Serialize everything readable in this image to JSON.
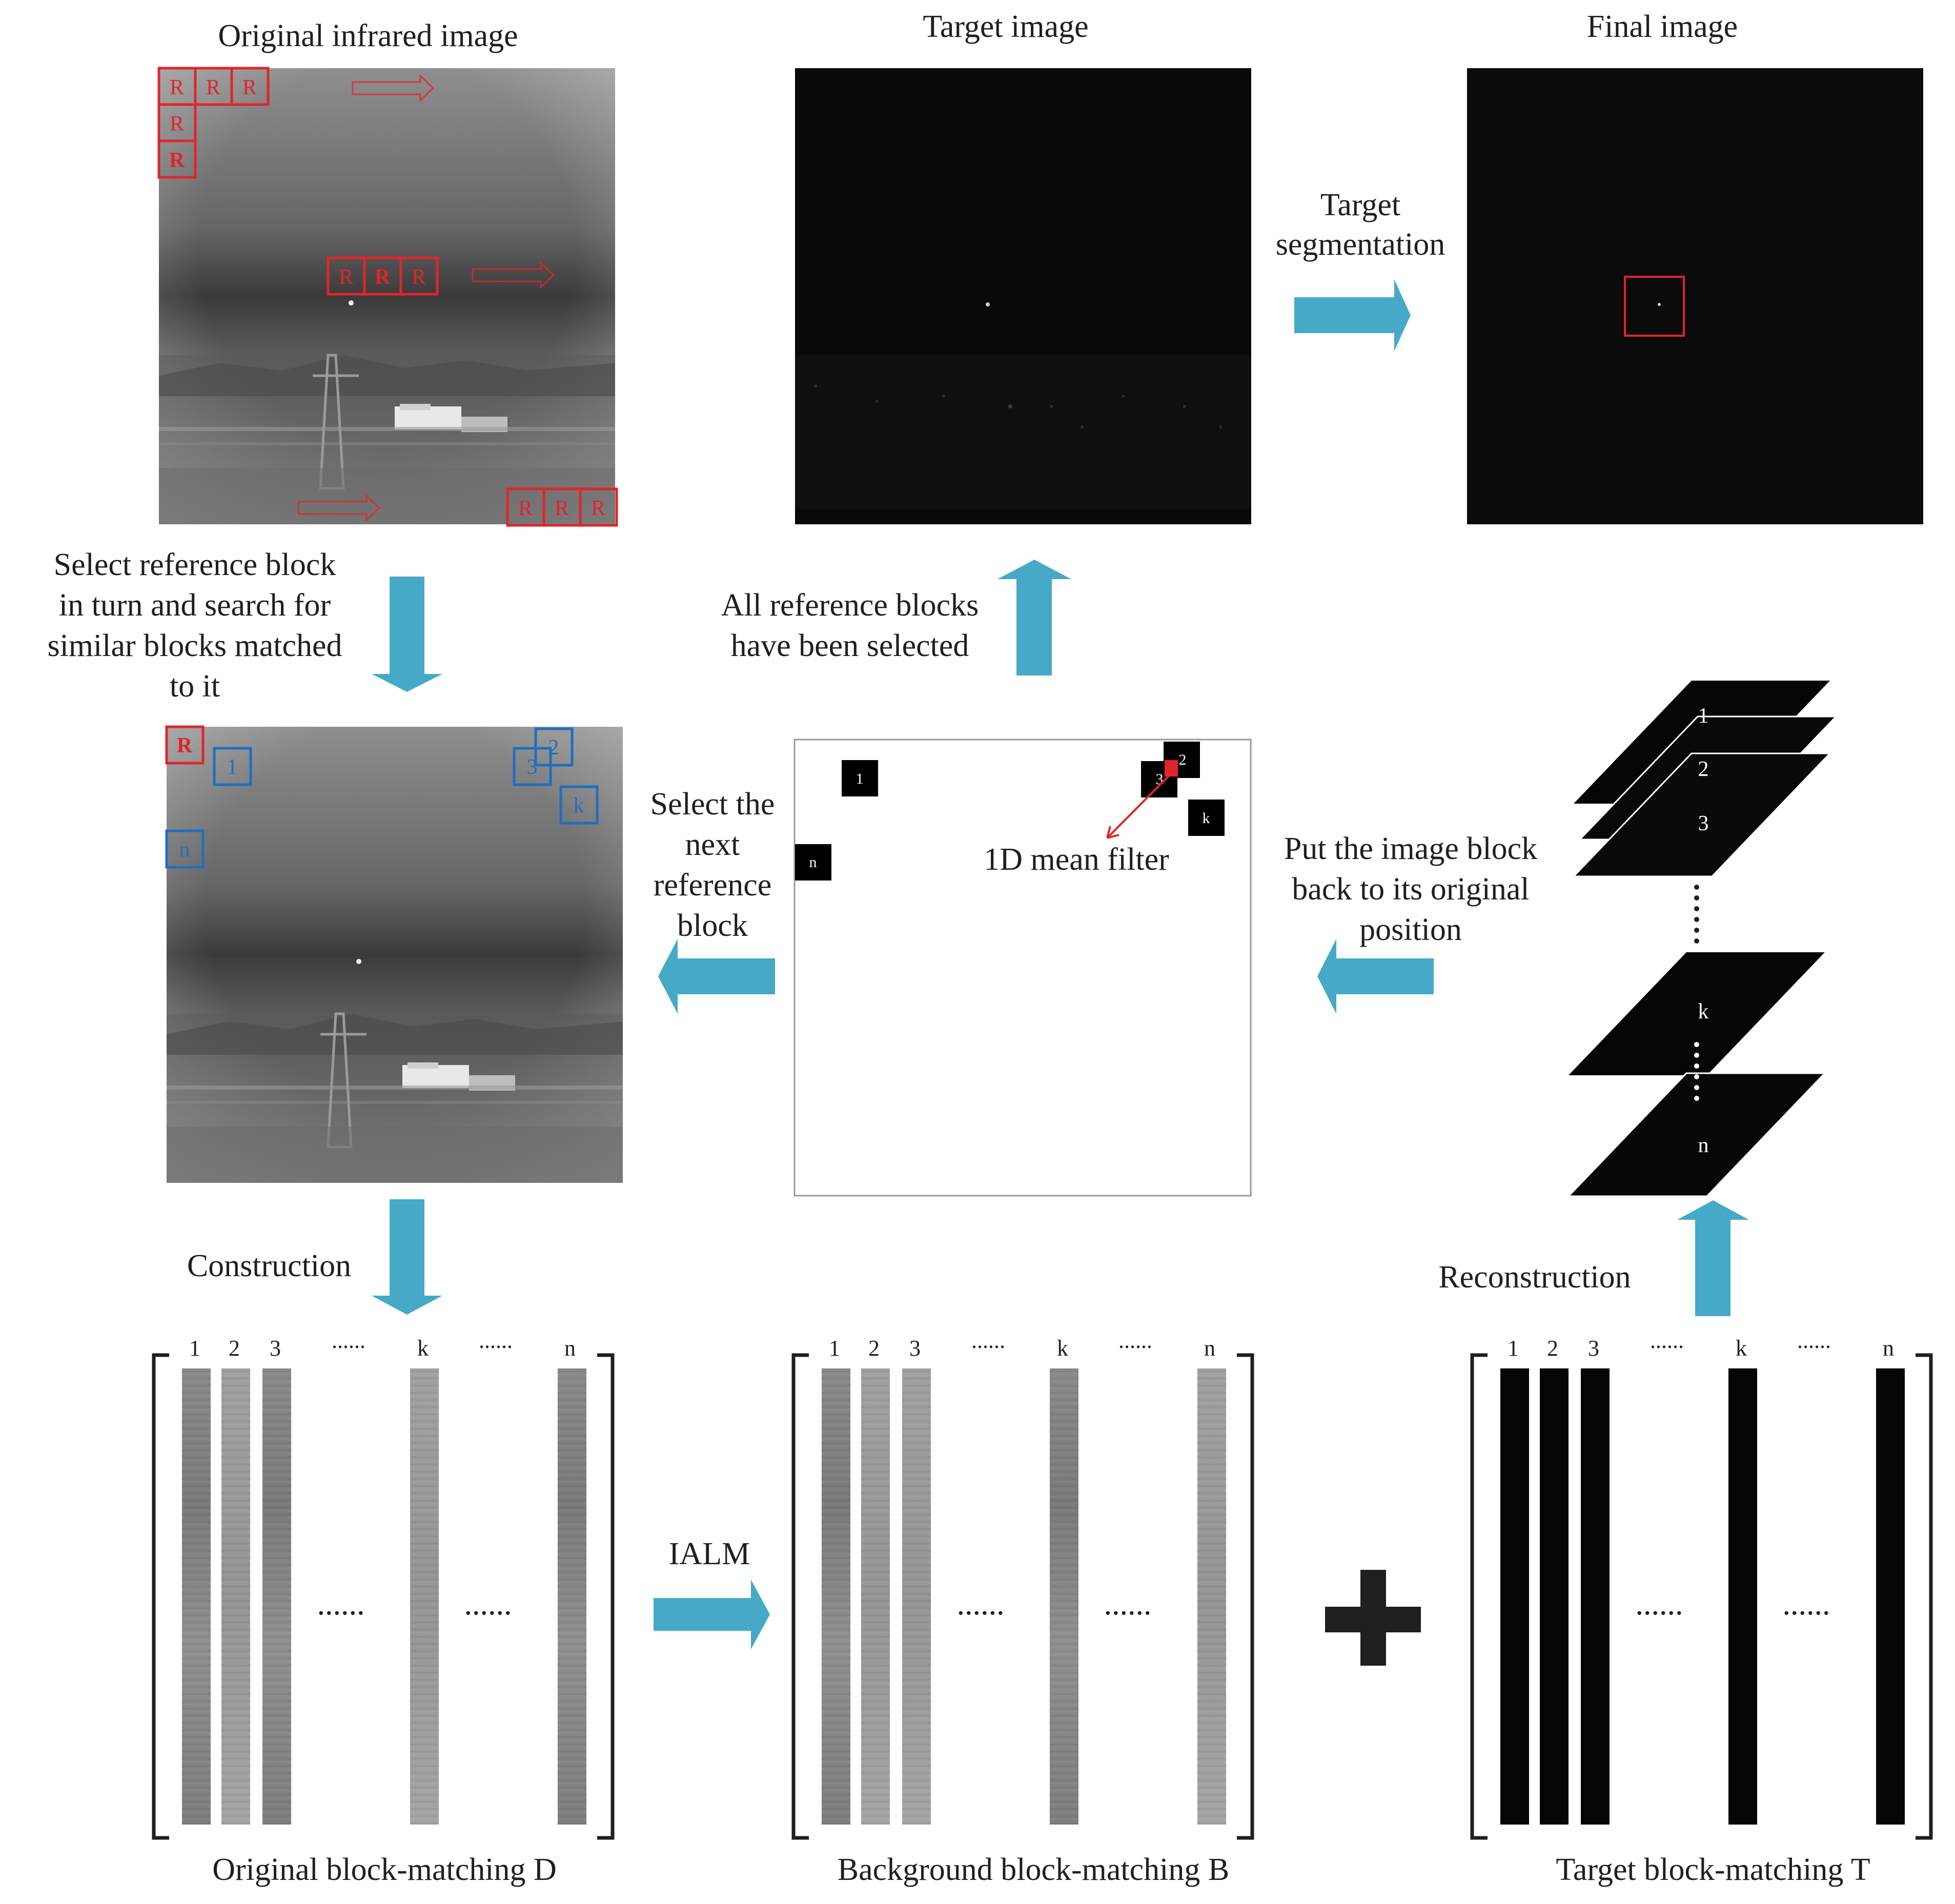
{
  "titles": {
    "original": "Original infrared image",
    "target": "Target image",
    "final": "Final image"
  },
  "steps": {
    "target_segmentation": [
      "Target",
      "segmentation"
    ],
    "select_reference": [
      "Select reference block",
      "in turn and  search for",
      "similar blocks matched",
      "to it"
    ],
    "all_selected": [
      "All reference blocks",
      "have been selected"
    ],
    "select_next": [
      "Select the",
      "next",
      "reference",
      "block"
    ],
    "mean_filter": "1D mean filter",
    "put_back": [
      "Put the image block",
      "back to its original",
      "position"
    ],
    "construction": "Construction",
    "reconstruction": "Reconstruction",
    "ialm": "IALM"
  },
  "block_letters": {
    "reference": "R",
    "labels": [
      "1",
      "2",
      "3",
      "k",
      "n"
    ]
  },
  "layers": [
    "1",
    "2",
    "3",
    "k",
    "n"
  ],
  "matrices": {
    "column_headers": [
      "1",
      "2",
      "3",
      "......",
      "k",
      "......",
      "n"
    ],
    "ellipsis": "......",
    "captions": {
      "original": "Original block-matching D",
      "background": "Background block-matching B",
      "target": "Target block-matching T"
    }
  },
  "colors": {
    "arrow": "#45a9c7",
    "reference_block": "#e0252b",
    "similar_block": "#1f6fbf",
    "target_box": "#e0252b"
  }
}
